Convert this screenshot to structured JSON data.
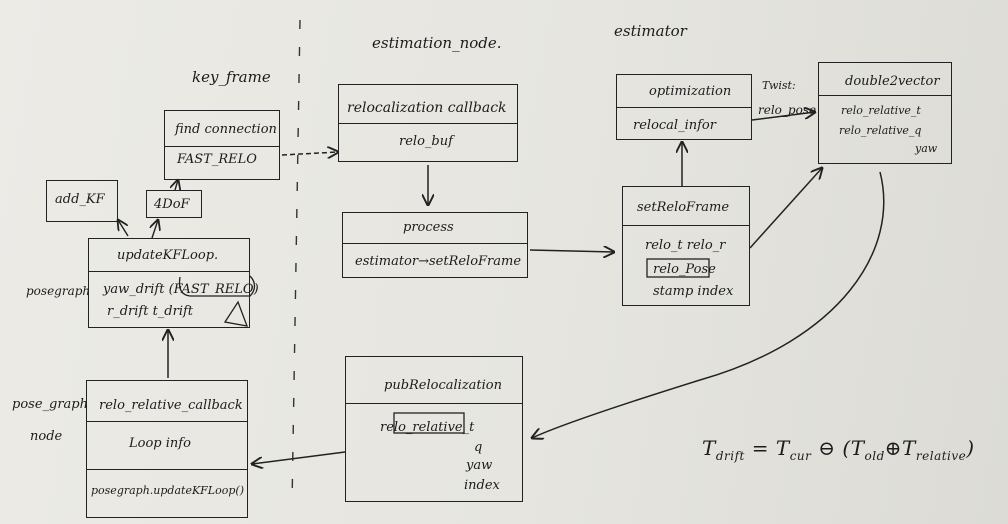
{
  "headers": {
    "estimation_node": "estimation_node.",
    "estimator": "estimator",
    "key_frame": "key_frame"
  },
  "key_frame_box": {
    "row1": "find connection",
    "row2": "FAST_RELO"
  },
  "small_boxes": {
    "add_kf": "add_KF",
    "fourdof": "4DoF"
  },
  "posegraph_label": "posegraph",
  "update_box": {
    "title": "updateKFLoop.",
    "row1": "yaw_drift (FAST_RELO)",
    "row2": "r_drift t_drift"
  },
  "pose_graph_node_label": {
    "line1": "pose_graph",
    "line2": "node"
  },
  "pgn_box": {
    "row1": "relo_relative_callback",
    "row2": "Loop info",
    "row3": "posegraph.updateKFLoop()"
  },
  "reloc_cb_box": {
    "title": "relocalization callback",
    "row": "relo_buf"
  },
  "process_box": {
    "title": "process",
    "row": "estimator→setReloFrame"
  },
  "pub_box": {
    "title": "pubRelocalization",
    "line1": "relo_relative_t",
    "line2": "q",
    "line3": "yaw",
    "line4": "index"
  },
  "optim_box": {
    "title": "optimization",
    "row": "relocal_infor"
  },
  "twist_label": {
    "line1": "Twist:",
    "line2": "relo_pose"
  },
  "double_box": {
    "title": "double2vector",
    "row1": "relo_relative_t",
    "row2": "relo_relative_q",
    "row3": "yaw"
  },
  "set_relo_box": {
    "title": "setReloFrame",
    "row1": "relo_t relo_r",
    "row2": "relo_Pose",
    "row3": "stamp index"
  },
  "formula": {
    "lhs": "T",
    "lhs_sub": "drift",
    "eq": "=",
    "t_cur": "T",
    "cur_sub": "cur",
    "ominus": "⊖",
    "lparen": "(",
    "t_old": "T",
    "old_sub": "old",
    "oplus": "⊕",
    "t_rel": "T",
    "rel_sub": "relative",
    "rparen": ")"
  }
}
